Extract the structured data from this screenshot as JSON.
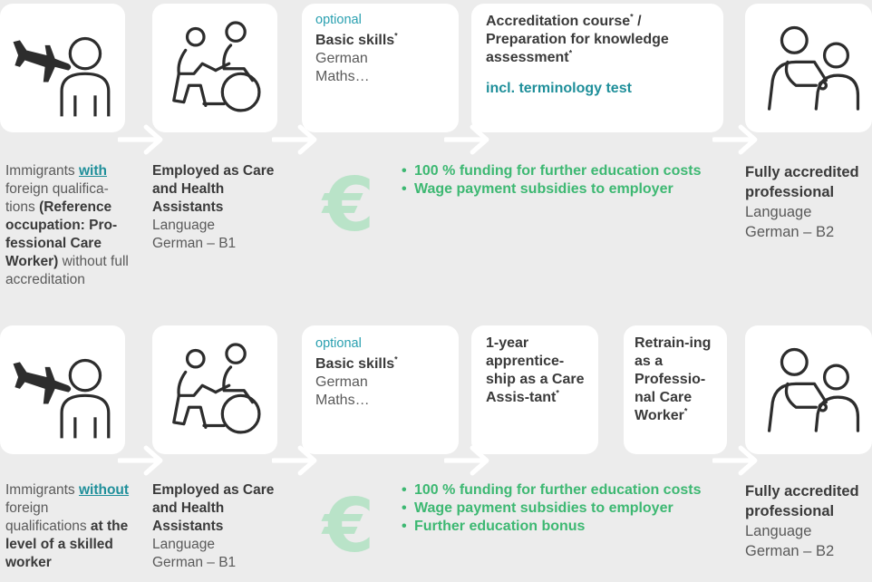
{
  "rows": [
    {
      "start_label": {
        "pre": "Immigrants ",
        "emph": "with",
        "rest_plain": " foreign qualifica-tions ",
        "rest_bold": "(Reference occupation: Pro-fessional Care Worker)",
        "tail": " without full accreditation"
      },
      "employed": {
        "title": "Employed as Care and Health Assistants",
        "language_label": "Language",
        "language_level": "German – B1"
      },
      "basic_skills": {
        "optional": "optional",
        "title": "Basic skills",
        "mark": "*",
        "items": [
          "German",
          "Maths…"
        ]
      },
      "course": {
        "title": "Accreditation course",
        "title_mark": "*",
        "title_rest": " / Preparation for knowledge assessment",
        "title_rest_mark": "*",
        "note": "incl. terminology test"
      },
      "funding": [
        "100 % funding for further education costs",
        "Wage payment subsidies to employer"
      ],
      "end_label": {
        "title": "Fully accredited professional",
        "language_label": "Language",
        "language_level": "German – B2"
      }
    },
    {
      "start_label": {
        "pre": "Immigrants ",
        "emph": "without",
        "rest_plain": " foreign qualifications ",
        "rest_bold": "at the level of a skilled worker"
      },
      "employed": {
        "title": "Employed as Care and Health Assistants",
        "language_label": "Language",
        "language_level": "German – B1"
      },
      "basic_skills": {
        "optional": "optional",
        "title": "Basic skills",
        "mark": "*",
        "items": [
          "German",
          "Maths…"
        ]
      },
      "apprenticeship": {
        "title": "1-year apprentice-ship as a Care Assis-tant",
        "mark": "*"
      },
      "retraining": {
        "title": "Retrain-ing as a Professio-nal Care Worker",
        "mark": "*"
      },
      "funding": [
        "100 % funding for further education costs",
        "Wage payment subsidies to employer",
        "Further education bonus"
      ],
      "end_label": {
        "title": "Fully accredited professional",
        "language_label": "Language",
        "language_level": "German – B2"
      }
    }
  ],
  "symbols": {
    "currency": "€"
  },
  "icons": [
    "airplane-person-icon",
    "care-assistance-wheelchair-icon",
    "doctor-stethoscope-icon"
  ],
  "colors": {
    "background": "#ececec",
    "card": "#ffffff",
    "teal": "#1f8f9a",
    "green": "#3db872",
    "euro": "#b9e3c8"
  }
}
